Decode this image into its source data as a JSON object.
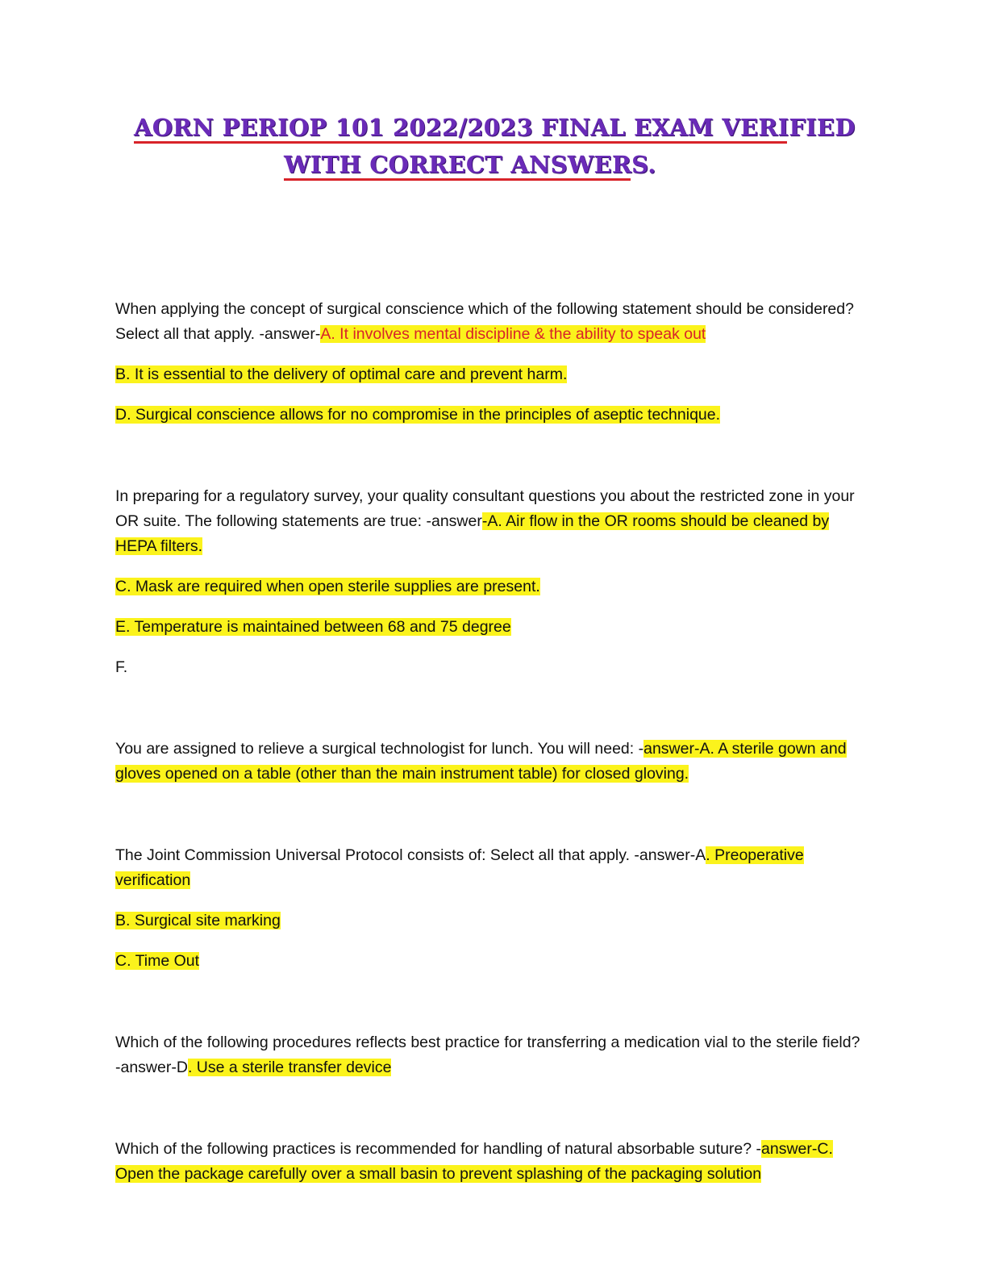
{
  "title": {
    "line1": "AORN PERIOP 101 2022/2023 FINAL  EXAM VERIFIED",
    "line2": "WITH CORRECT ANSWERS."
  },
  "questions": [
    {
      "question": "When applying the concept of surgical conscience which of the following statement should be considered? Select all that apply. -answer-",
      "answer_inline": "A. It involves mental discipline & the ability to speak out",
      "extra_answers": [
        "B. It is essential to the delivery of optimal care and prevent harm.",
        "D. Surgical conscience allows for no compromise in the principles of aseptic technique."
      ]
    },
    {
      "question": "In preparing for a regulatory survey, your quality consultant questions you about the restricted zone in your OR suite. The following statements are true: -answer",
      "answer_inline": "-A. Air flow in the OR rooms should be cleaned by HEPA filters.",
      "extra_answers": [
        "C. Mask are required when open sterile supplies are present.",
        "E. Temperature is maintained between 68 and 75 degree"
      ],
      "trailing_plain": "F."
    },
    {
      "question": "You are assigned to relieve a surgical technologist for lunch. You will need: -",
      "answer_inline": "answer-A. A sterile gown and gloves opened on a table (other than the main instrument table) for closed gloving."
    },
    {
      "question": "The Joint Commission Universal Protocol consists of: Select all that apply. -answer-A",
      "answer_inline": ". Preoperative verification",
      "extra_answers": [
        "B. Surgical site marking",
        "C. Time Out"
      ]
    },
    {
      "question": "Which of the following procedures reflects best practice for transferring a medication vial to the sterile field? -answer-D",
      "answer_inline": ". Use a sterile transfer device"
    },
    {
      "question": "Which of the following practices is recommended for handling of natural absorbable suture? -",
      "answer_inline": "answer-C. Open the package carefully over a small basin to prevent splashing of the packaging solution"
    }
  ],
  "colors": {
    "title": "#6a2bb8",
    "underline": "#d8232a",
    "highlight": "#fbf31c",
    "red_text": "#d8232a"
  }
}
